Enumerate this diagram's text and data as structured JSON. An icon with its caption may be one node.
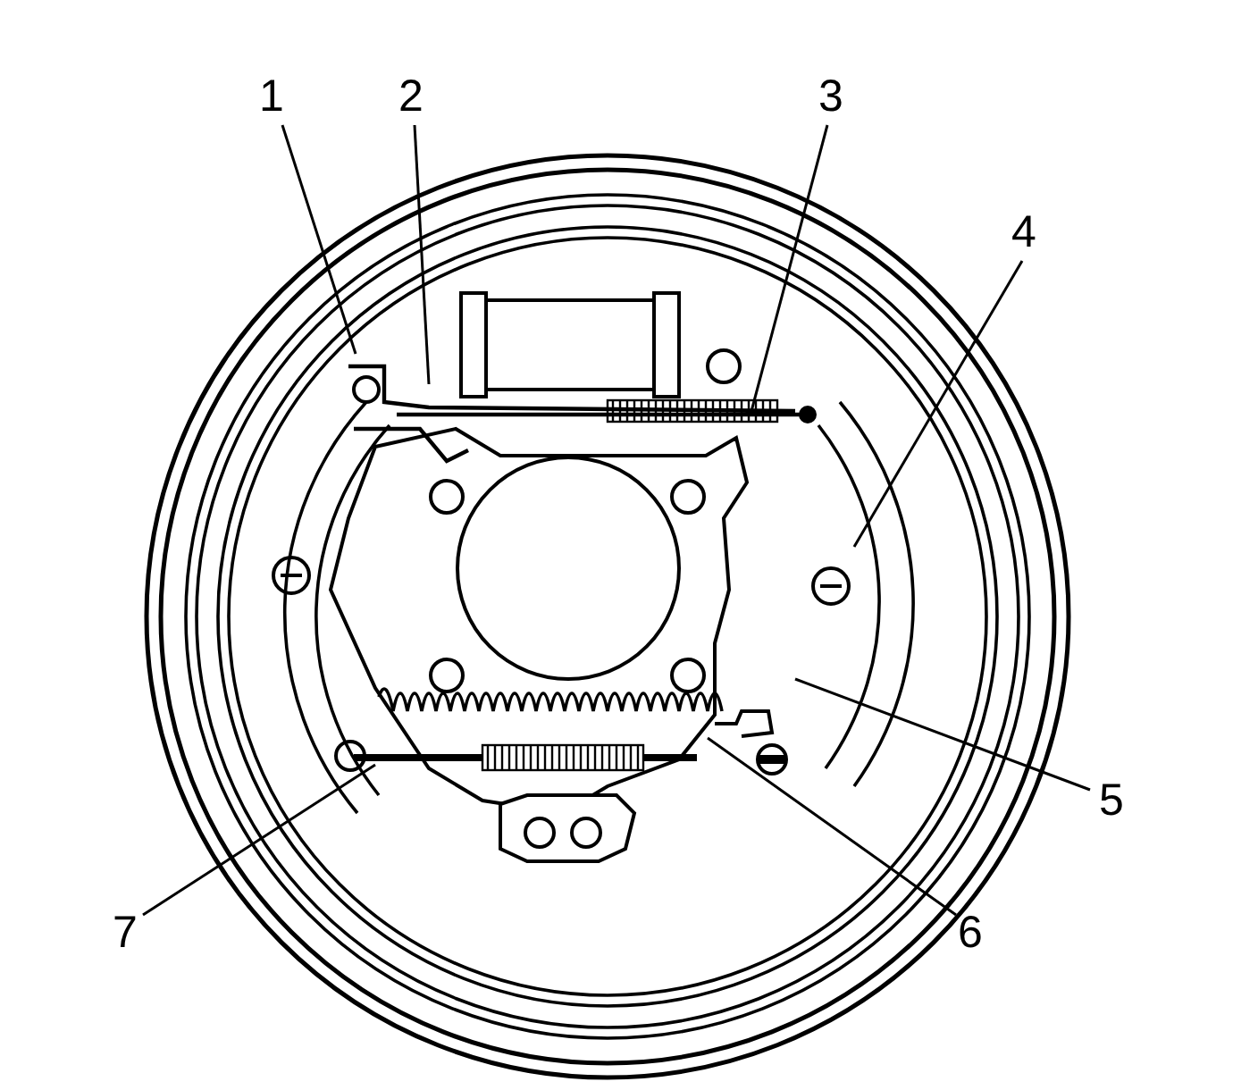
{
  "diagram": {
    "nodes": [
      {
        "text": [
          "1"
        ]
      },
      {
        "text": [
          "2"
        ]
      },
      {
        "text": [
          "3"
        ]
      },
      {
        "text": [
          "4"
        ]
      },
      {
        "text": [
          "5"
        ]
      },
      {
        "text": [
          "6"
        ]
      },
      {
        "text": [
          "7"
        ]
      }
    ],
    "edges": [
      {
        "from": 0,
        "to": null,
        "arrow": "none"
      },
      {
        "from": 1,
        "to": null,
        "arrow": "none"
      },
      {
        "from": 2,
        "to": null,
        "arrow": "none"
      },
      {
        "from": 3,
        "to": null,
        "arrow": "none"
      },
      {
        "from": 4,
        "to": null,
        "arrow": "none"
      },
      {
        "from": 5,
        "to": null,
        "arrow": "none"
      },
      {
        "from": 6,
        "to": null,
        "arrow": "none"
      }
    ]
  }
}
